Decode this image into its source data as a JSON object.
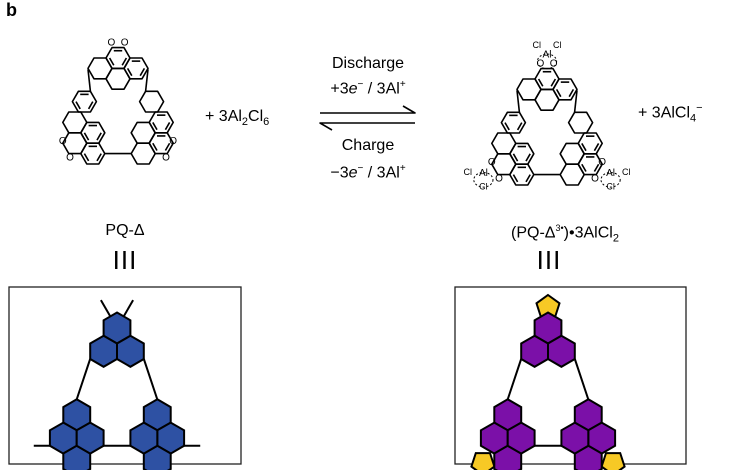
{
  "panel_label": "b",
  "reaction": {
    "reactant_add": {
      "pre": "+ 3Al",
      "sub1": "2",
      "mid": "Cl",
      "sub2": "6"
    },
    "product_add": {
      "pre": "+ 3AlCl",
      "sub": "4",
      "sup": "−"
    },
    "forward": {
      "title": "Discharge",
      "line2_pre": "+3",
      "line2_e": "e",
      "line2_esup": "−",
      "line2_mid": " / 3Al",
      "line2_sup": "+"
    },
    "reverse": {
      "title": "Charge",
      "line2_pre": "−3",
      "line2_e": "e",
      "line2_esup": "−",
      "line2_mid": " / 3Al",
      "line2_sup": "+"
    }
  },
  "left": {
    "name": "PQ-Δ",
    "equiv": "III",
    "atoms": {
      "O": "O"
    },
    "ring_color": "#2e51a3"
  },
  "right": {
    "name_pre": "(PQ-Δ",
    "name_sup": "3•",
    "name_post": ")•3AlCl",
    "name_sub": "2",
    "equiv": "III",
    "atoms": {
      "O": "O",
      "Al": "Al",
      "Cl": "Cl"
    },
    "ring_color": "#7b10a8",
    "pentagon_color": "#f7c925"
  }
}
